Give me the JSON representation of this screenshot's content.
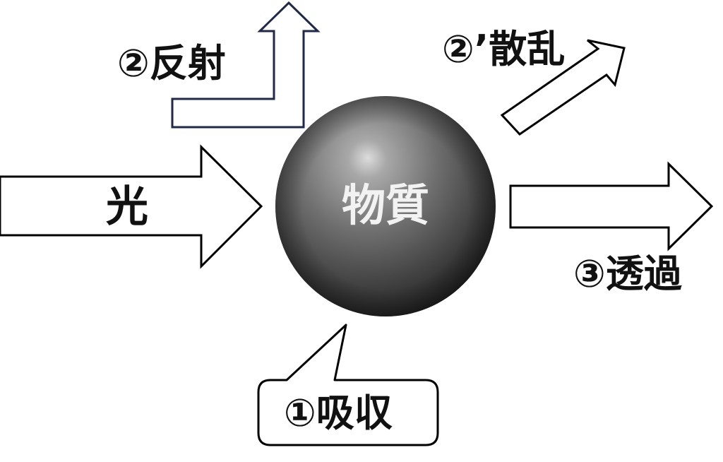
{
  "diagram": {
    "incident_label": "光",
    "matter_label": "物質",
    "reflection_label": "②反射",
    "scattering_label": "②’散乱",
    "transmission_label": "③透過",
    "absorption_label": "①吸収"
  },
  "colors": {
    "arrow_stroke": "#000000",
    "reflection_stroke": "#1f2a4a",
    "arrow_fill": "#ffffff",
    "sphere_light": "#d9d9d9",
    "sphere_dark": "#2a2a2a",
    "matter_text": "#f2f2f2"
  }
}
